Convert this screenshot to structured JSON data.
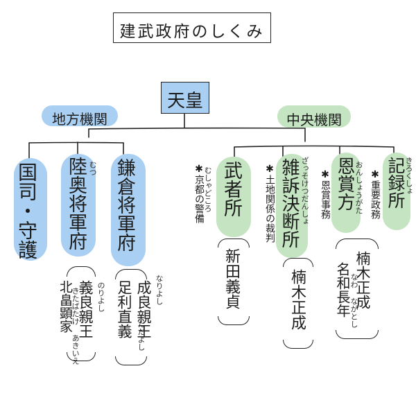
{
  "title": "建武政府のしくみ",
  "emperor": "天皇",
  "regional": {
    "label": "地方機関",
    "units": [
      {
        "name": "国司・守護"
      },
      {
        "name": "陸奥将軍府",
        "ruby": "むつ",
        "members": [
          {
            "name": "義良親王",
            "ruby": "のりよし"
          },
          {
            "name": "北畠顕家",
            "ruby": "きたばたけ あきいえ"
          }
        ]
      },
      {
        "name": "鎌倉将軍府",
        "members": [
          {
            "name": "成良親王",
            "ruby": "なりよし"
          },
          {
            "name": "足利直義",
            "ruby": "ただよし"
          }
        ]
      }
    ]
  },
  "central": {
    "label": "中央機関",
    "units": [
      {
        "name": "武者所",
        "ruby": "むしゃどころ",
        "duty": "京都の警備",
        "member": "新田義貞"
      },
      {
        "name": "雑訴決断所",
        "ruby": "ざっそけつだんしょ",
        "duty": "土地関係の裁判",
        "member": "楠木正成"
      },
      {
        "name": "恩賞方",
        "ruby": "おんしょうがた",
        "duty": "恩賞事務",
        "member": "楠木正成",
        "member2": "名和長年",
        "member2_ruby": "なわ ながとし"
      },
      {
        "name": "記録所",
        "ruby": "きろくしょ",
        "duty": "重要政務"
      }
    ]
  },
  "colors": {
    "regional": "#a9cff2",
    "central": "#c4e4c2",
    "line": "#222222"
  }
}
